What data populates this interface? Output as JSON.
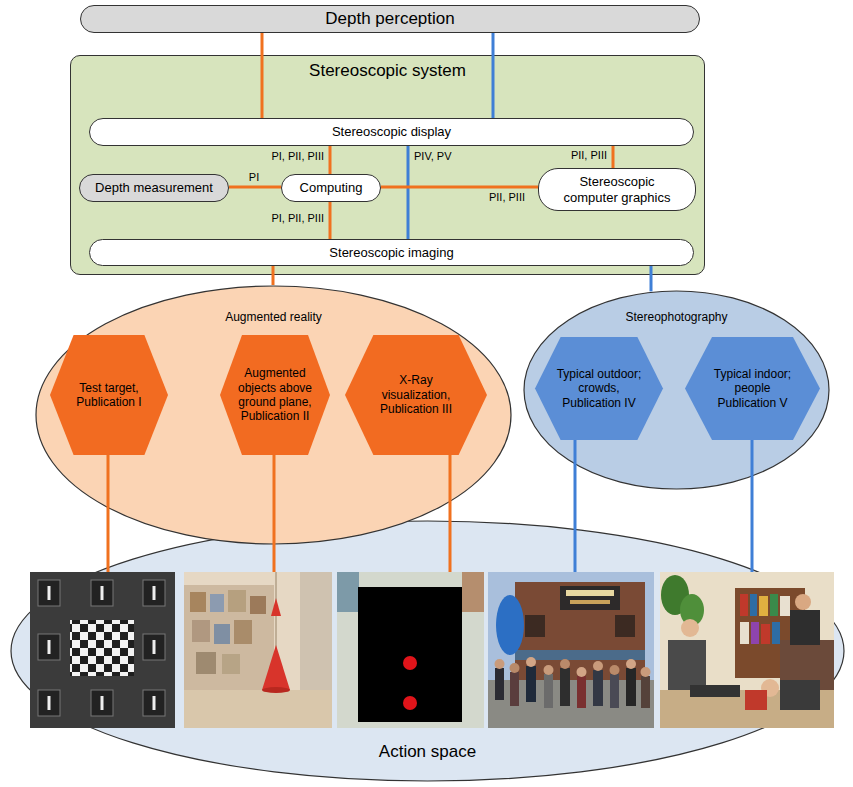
{
  "diagram": {
    "nodes": [
      {
        "text": [
          "Depth perception"
        ]
      },
      {
        "text": [
          "Stereoscopic system"
        ]
      },
      {
        "text": [
          "Stereoscopic display"
        ],
        "in": 1
      },
      {
        "text": [
          "Depth measurement"
        ],
        "in": 1
      },
      {
        "text": [
          "Computing"
        ],
        "in": 1
      },
      {
        "text": [
          "Stereoscopic computer graphics"
        ],
        "in": 1
      },
      {
        "text": [
          "Stereoscopic imaging"
        ],
        "in": 1
      },
      {
        "text": [
          "Augmented reality"
        ]
      },
      {
        "text": [
          "Test target, Publication I"
        ],
        "in": 7
      },
      {
        "text": [
          "Augmented objects above ground plane, Publication II"
        ],
        "in": 7
      },
      {
        "text": [
          "X-Ray visualization, Publication III"
        ],
        "in": 7
      },
      {
        "text": [
          "Stereophotography"
        ]
      },
      {
        "text": [
          "Typical outdoor; crowds, Publication IV"
        ],
        "in": 11
      },
      {
        "text": [
          "Typical indoor; people Publication V"
        ],
        "in": 11
      },
      {
        "text": [
          "Action space"
        ]
      }
    ],
    "edges": [
      {
        "from": 0,
        "to": 2,
        "arrow": "none"
      },
      {
        "from": 0,
        "to": 2,
        "arrow": "none"
      },
      {
        "from": 2,
        "to": 4,
        "label": "PI, PII, PIII",
        "arrow": "none"
      },
      {
        "from": 2,
        "to": 6,
        "label": "PIV, PV",
        "arrow": "none"
      },
      {
        "from": 2,
        "to": 5,
        "label": "PII, PIII",
        "arrow": "none"
      },
      {
        "from": 3,
        "to": 4,
        "label": "PI",
        "arrow": "none"
      },
      {
        "from": 4,
        "to": 5,
        "label": "PII, PIII",
        "arrow": "none"
      },
      {
        "from": 4,
        "to": 6,
        "label": "PI, PII, PIII",
        "arrow": "none"
      },
      {
        "from": 6,
        "to": 7,
        "arrow": "none"
      },
      {
        "from": 6,
        "to": 11,
        "arrow": "none"
      },
      {
        "from": 8,
        "to": 14,
        "arrow": "none"
      },
      {
        "from": 9,
        "to": 14,
        "arrow": "none"
      },
      {
        "from": 10,
        "to": 14,
        "arrow": "none"
      },
      {
        "from": 12,
        "to": 14,
        "arrow": "none"
      },
      {
        "from": 13,
        "to": 14,
        "arrow": "none"
      }
    ]
  }
}
